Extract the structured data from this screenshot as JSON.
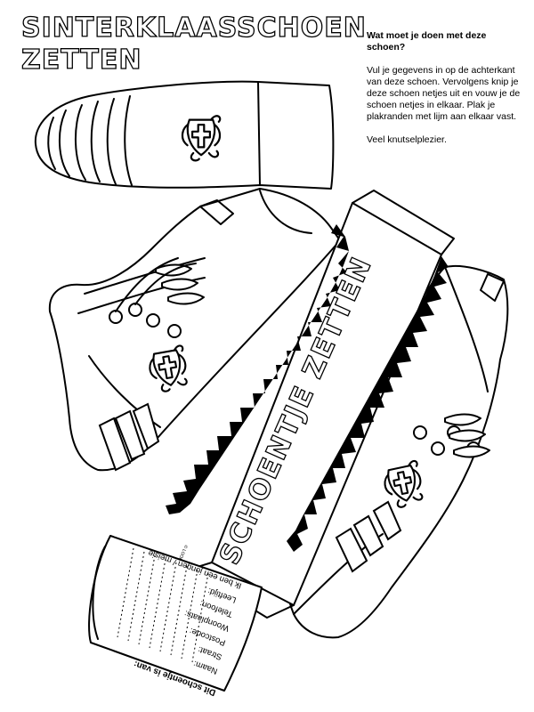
{
  "title": {
    "line1": "SINTERKLAASSCHOEN",
    "line2": "ZETTEN"
  },
  "instructions": {
    "question": "Wat moet je doen met deze schoen?",
    "body": "Vul je gegevens in op de achterkant van deze schoen. Vervolgens knip je deze schoen netjes uit en vouw je de schoen netjes in elkaar. Plak je plakranden met lijm aan elkaar vast.",
    "closing": "Veel knutselplezier."
  },
  "strip": {
    "label": "SCHOENTJE ZETTEN"
  },
  "form": {
    "heading": "Dit schoentje is van:",
    "fields": [
      "Naam:",
      "Straat:",
      "Postcode:",
      "Woonplaats:",
      "Telefoon:",
      "Leeftijd:",
      "Ik ben een jongen / meisje"
    ],
    "copyright": "© LOOK@T BV"
  },
  "icons": [
    "shield-cross-icon"
  ],
  "colors": {
    "ink": "#000000",
    "paper": "#ffffff"
  }
}
